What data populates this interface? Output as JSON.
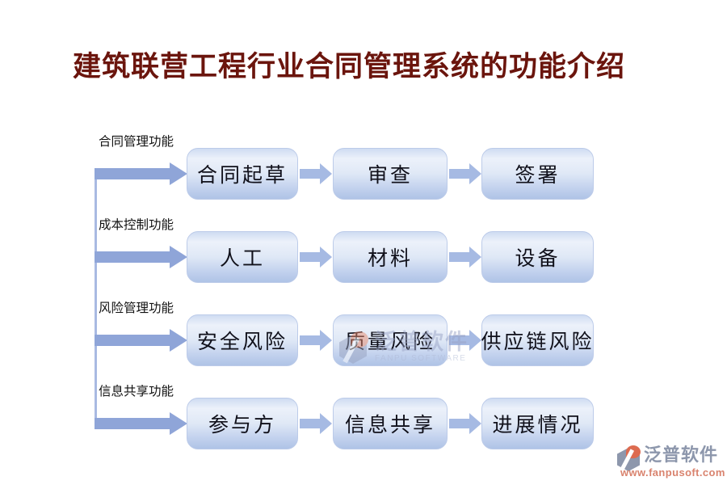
{
  "page": {
    "title": "建筑联营工程行业合同管理系统的功能介绍"
  },
  "diagram": {
    "rows": [
      {
        "label": "合同管理功能",
        "boxes": [
          "合同起草",
          "审查",
          "签署"
        ]
      },
      {
        "label": "成本控制功能",
        "boxes": [
          "人工",
          "材料",
          "设备"
        ]
      },
      {
        "label": "风险管理功能",
        "boxes": [
          "安全风险",
          "质量风险",
          "供应链风险"
        ]
      },
      {
        "label": "信息共享功能",
        "boxes": [
          "参与方",
          "信息共享",
          "进展情况"
        ]
      }
    ]
  },
  "watermark": {
    "brand": "泛普软件",
    "subtitle": "FANPU SOFTWARE"
  },
  "footer": {
    "brand": "泛普软件",
    "website": "www.fanpusoft.com"
  },
  "colors": {
    "title_text": "#6b150d",
    "rail_arrow_blue": "#8fa5d8",
    "connector_blue": "#a6bae3",
    "box_gradient_top": "#ecf1fa",
    "box_gradient_bottom": "#afc3e6",
    "brand_gray": "#8d97ac",
    "brand_orange": "#dd6b50",
    "url_coral": "#d9836e"
  }
}
